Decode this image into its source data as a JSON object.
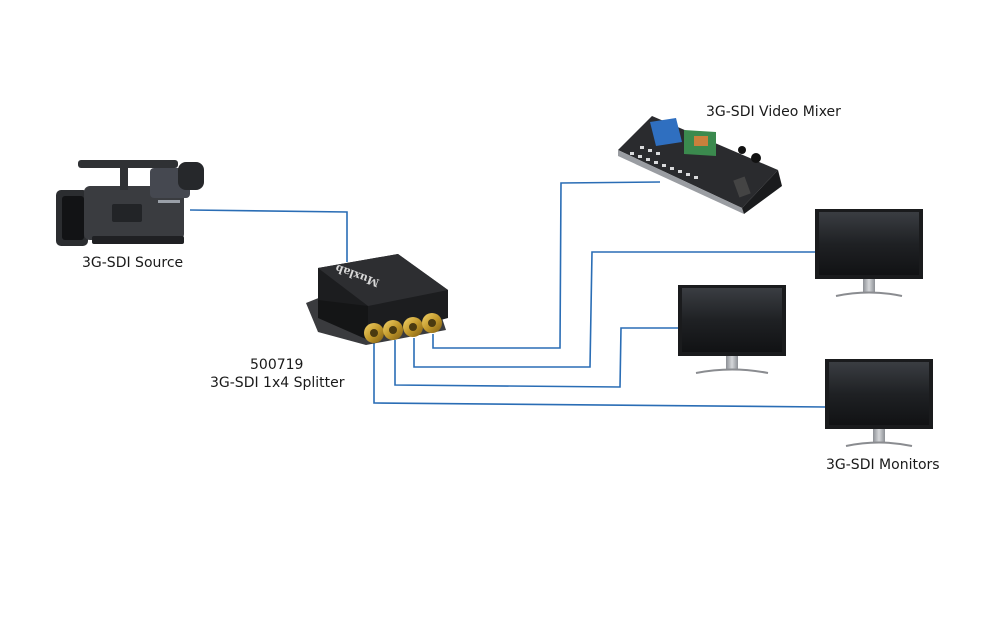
{
  "labels": {
    "source": "3G-SDI Source",
    "splitter_model": "500719",
    "splitter_name": "3G-SDI 1x4 Splitter",
    "mixer": "3G-SDI Video Mixer",
    "monitors": "3G-SDI Monitors"
  },
  "splitter": {
    "brand": "Muxlab",
    "outputs": [
      "1",
      "2",
      "3",
      "4"
    ]
  },
  "connections": [
    {
      "from": "source",
      "to": "splitter-input"
    },
    {
      "from": "splitter-output-4",
      "to": "video-mixer"
    },
    {
      "from": "splitter-output-3",
      "to": "monitor-1"
    },
    {
      "from": "splitter-output-2",
      "to": "monitor-2"
    },
    {
      "from": "splitter-output-1",
      "to": "monitor-3"
    }
  ],
  "colors": {
    "cable": "#2a6db5",
    "device": "#1e1e1e",
    "connector": "#c9a03a"
  }
}
